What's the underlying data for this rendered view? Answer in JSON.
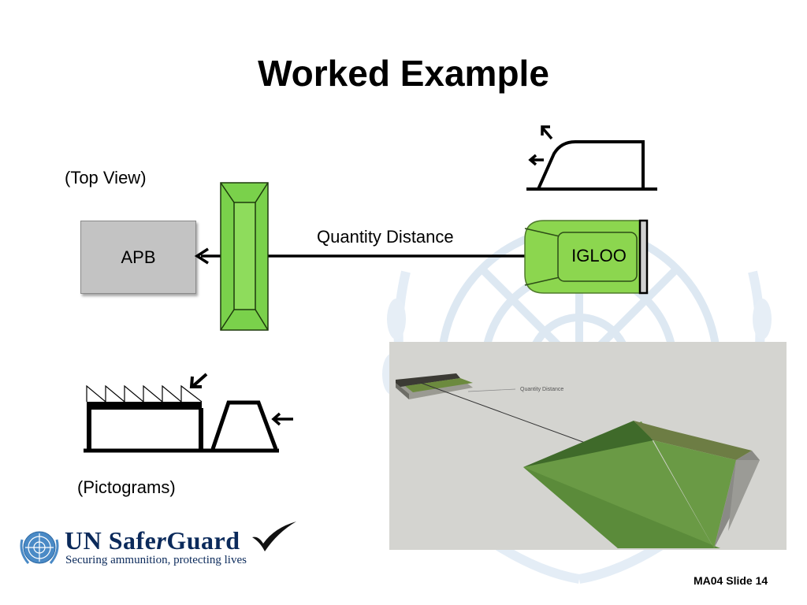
{
  "slide": {
    "title": "Worked Example",
    "slide_number": "MA04 Slide 14"
  },
  "diagram": {
    "top_view_label": "(Top View)",
    "pictograms_label": "(Pictograms)",
    "apb_label": "APB",
    "igloo_label": "IGLOO",
    "distance_label": "Quantity Distance",
    "render_distance_label": "Quantity Distance"
  },
  "logo": {
    "name_part1": "UN Safe",
    "name_part2": "r",
    "name_part3": "Guard",
    "tagline": "Securing ammunition, protecting lives"
  },
  "colors": {
    "barricade_green": "#7ad14b",
    "igloo_green": "#8cd64f",
    "apb_gray": "#c3c3c3",
    "watermark_blue": "#dfe9f3",
    "logo_navy": "#0b2a5b"
  }
}
